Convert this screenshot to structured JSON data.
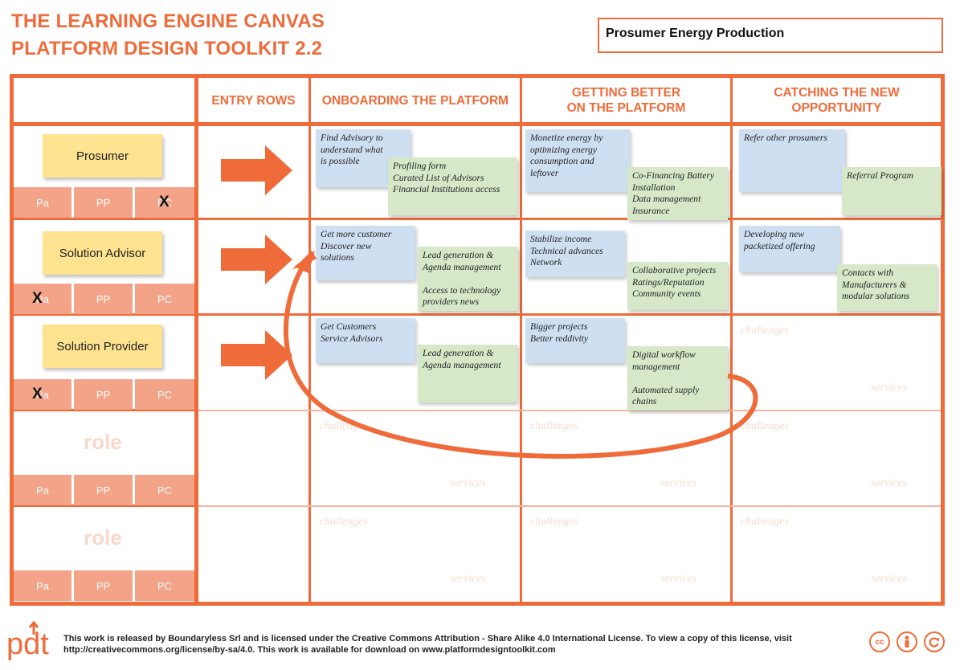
{
  "header": {
    "title_line1": "THE LEARNING ENGINE CANVAS",
    "title_line2": "PLATFORM DESIGN TOOLKIT 2.2",
    "project_name": "Prosumer Energy Production"
  },
  "columns": [
    {
      "label": "ENTRY ROWS"
    },
    {
      "label": "ONBOARDING THE PLATFORM"
    },
    {
      "label": "GETTING BETTER\nON THE PLATFORM"
    },
    {
      "label": "CATCHING THE NEW\nOPPORTUNITY"
    }
  ],
  "rows": [
    {
      "role": "Prosumer",
      "cells": [
        "Pa",
        "PP",
        "PC"
      ]
    },
    {
      "role": "Solution Advisor",
      "cells": [
        "Pa",
        "PP",
        "PC"
      ]
    },
    {
      "role": "Solution Provider",
      "cells": [
        "Pa",
        "PP",
        "PC"
      ]
    },
    {
      "role": "role",
      "cells": [
        "Pa",
        "PP",
        "PC"
      ]
    },
    {
      "role": "role",
      "cells": [
        "Pa",
        "PP",
        "PC"
      ]
    }
  ],
  "x_mark": "X",
  "notes": {
    "r1_onb_blue": "Find Advisory to\nunderstand what\nis possible",
    "r1_onb_green": "Profiling form\nCurated List of Advisors\nFinancial Institutions access",
    "r1_gb_blue": "Monetize energy by\noptimizing energy\nconsumption and\nleftover",
    "r1_gb_green": "Co-Financing Battery\nInstallation\nData management\nInsurance",
    "r1_cn_blue": "Refer other prosumers",
    "r1_cn_green": "Referral Program",
    "r2_onb_blue": "Get more customer\nDiscover new\nsolutions",
    "r2_onb_green": "Lead generation &\nAgenda management\n\nAccess to technology\nproviders news",
    "r2_gb_blue": "Stabilize income\nTechnical advances\nNetwork",
    "r2_gb_green": "Collaborative projects\nRatings/Reputation\nCommunity events",
    "r2_cn_blue": "Developing new\npacketized offering",
    "r2_cn_green": "Contacts with\nManufacturers &\nmodular solutions",
    "r3_onb_blue": "Get Customers\nService Advisors",
    "r3_onb_green": "Lead generation &\nAgenda management",
    "r3_gb_blue": "Bigger projects\nBetter reddivity",
    "r3_gb_green": "Digital workflow\nmanagement\n\nAutomated supply\nchains"
  },
  "ghost": {
    "challenges": "challenges",
    "services": "services"
  },
  "footer": {
    "logo": "pdt",
    "license_text": "This work is released by Boundaryless Srl and is licensed under the Creative Commons Attribution - Share Alike 4.0 International License. To view a copy of this license, visit http://creativecommons.org/license/by-sa/4.0. This work is available for download on www.platformdesigntoolkit.com",
    "cc_label": "cc"
  },
  "colors": {
    "accent": "#ef6b3a",
    "role_yellow": "#fde38f",
    "note_blue": "#cfdff2",
    "note_green": "#d6e8c8",
    "participant_cell": "#f3a488"
  },
  "icons": [
    "entry-arrow-icon",
    "loop-arrow-icon",
    "cc-icon",
    "by-icon",
    "sa-icon",
    "pdt-logo-icon"
  ]
}
